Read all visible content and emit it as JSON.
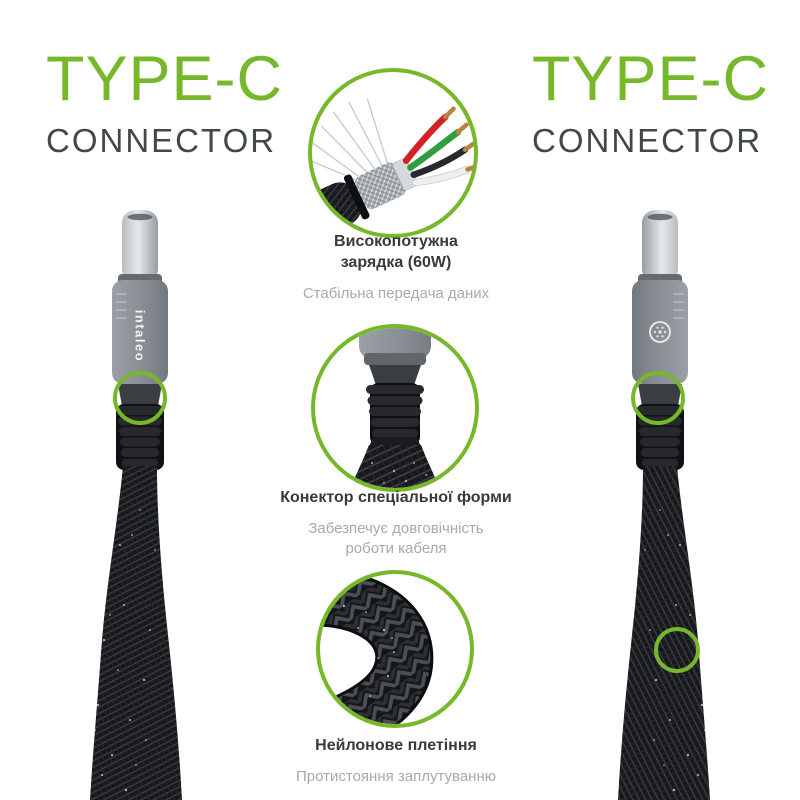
{
  "colors": {
    "accent_green": "#76b82a",
    "title_text": "#3a3a3a",
    "muted_text": "#a9a9a9",
    "heading_dark": "#42474c"
  },
  "brand": "intaleo",
  "header_left": {
    "title": "TYPE-C",
    "subtitle": "CONNECTOR"
  },
  "header_right": {
    "title": "TYPE-C",
    "subtitle": "CONNECTOR"
  },
  "features": {
    "charging": {
      "title": "Високопотужна зарядка (60W)",
      "subtitle": "Стабільна передача даних"
    },
    "connector_shape": {
      "title": "Конектор спеціальної форми",
      "subtitle": "Забезпечує довговічність роботи кабеля"
    },
    "braid": {
      "title": "Нейлонове плетіння",
      "subtitle": "Протистояння заплутуванню"
    }
  },
  "icons": {
    "brand_logo": "intaleo-dot-ring-logo",
    "detail_wires": "cable-cross-section-photo",
    "detail_strain_relief": "connector-strain-relief-photo",
    "detail_braid": "nylon-braid-photo"
  }
}
